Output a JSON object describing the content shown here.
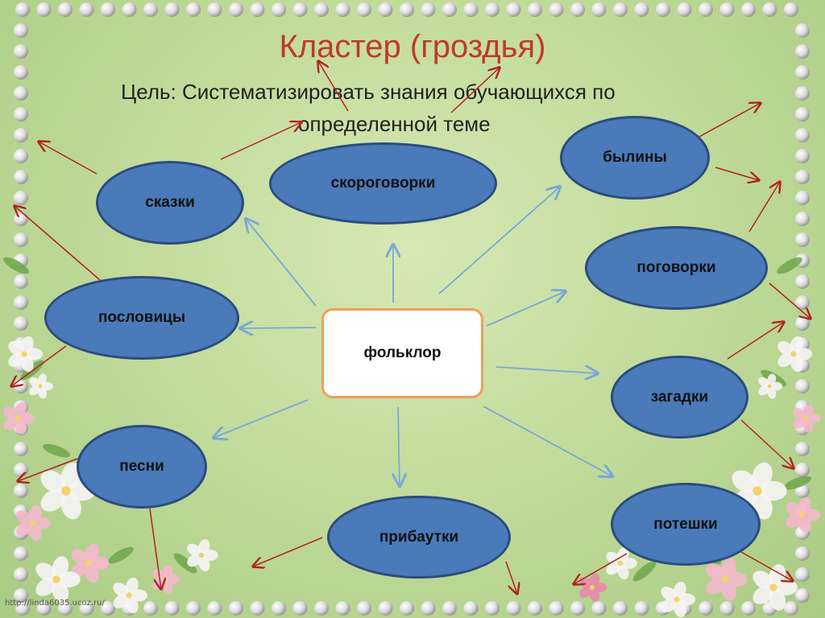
{
  "slide": {
    "title": "Кластер (гроздья)",
    "goal_line1": "Цель: Систематизировать знания обучающихся по",
    "goal_line2": "определенной теме",
    "source_url": "http://linda6035.ucoz.ru/"
  },
  "diagram": {
    "center_label": "фольклор",
    "nodes": {
      "skazki": "сказки",
      "skorogovorki": "скороговорки",
      "byliny": "былины",
      "pogovorki": "поговорки",
      "poslovitsy": "пословицы",
      "zagadki": "загадки",
      "pesni": "песни",
      "pribautki": "прибаутки",
      "poteshki": "потешки"
    }
  },
  "colors": {
    "title": "#c0392b",
    "node_fill": "#4a7ab9",
    "node_border": "#2b4c7e",
    "center_border": "#f0a057",
    "blue_arrow": "#7aa7d8",
    "red_arrow": "#b22222"
  }
}
